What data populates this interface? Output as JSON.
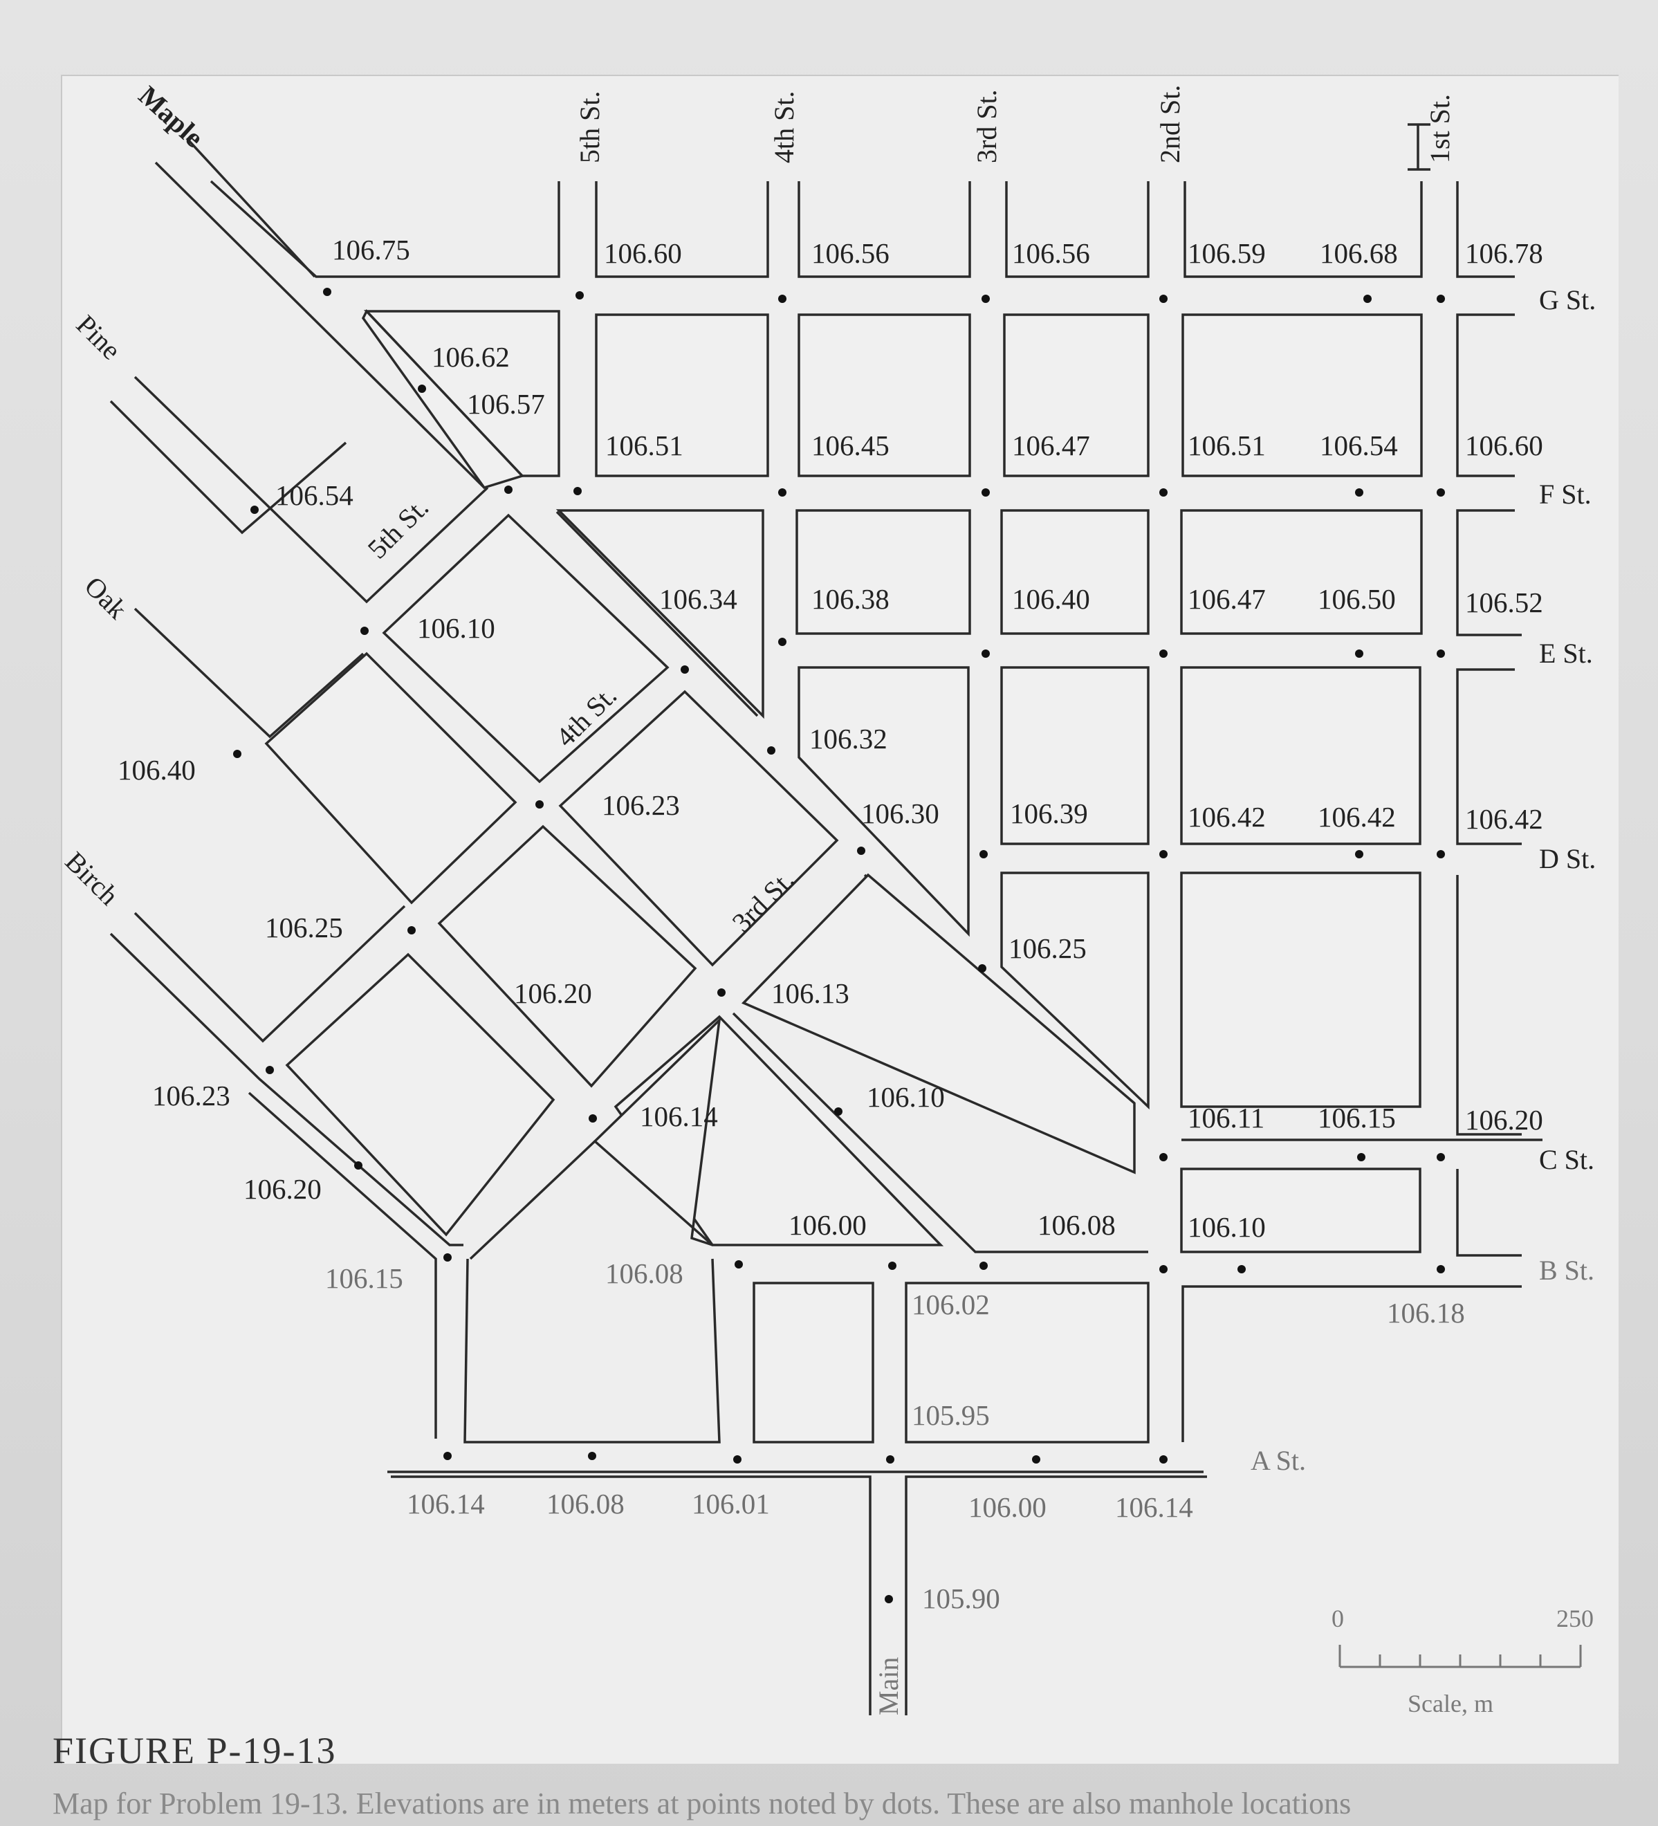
{
  "figure": {
    "number": "FIGURE P-19-13",
    "caption": "Map for Problem 19-13. Elevations are in meters at points noted by dots. These are also manhole locations"
  },
  "streets": {
    "maple": "Maple",
    "pine": "Pine",
    "oak": "Oak",
    "birch": "Birch",
    "fifth_top": "5th St.",
    "fourth_top": "4th St.",
    "third_top": "3rd St.",
    "second_top": "2nd St.",
    "first_top": "1st St.",
    "fifth_diag": "5th St.",
    "fourth_diag": "4th St.",
    "third_diag": "3rd St.",
    "g": "G St.",
    "f": "F St.",
    "e": "E St.",
    "d": "D St.",
    "c": "C St.",
    "b": "B St.",
    "a": "A St.",
    "main": "Main"
  },
  "elevations": {
    "g_row": [
      "106.75",
      "106.60",
      "106.56",
      "106.56",
      "106.59",
      "106.68",
      "106.78"
    ],
    "maple_mid": [
      "106.62",
      "106.57"
    ],
    "f_row": [
      "106.51",
      "106.45",
      "106.47",
      "106.51",
      "106.54",
      "106.60"
    ],
    "pine_top": "106.54",
    "e_row": [
      "106.10",
      "106.34",
      "106.38",
      "106.40",
      "106.47",
      "106.50",
      "106.52"
    ],
    "oak_top": "106.40",
    "mid_a": [
      "106.32",
      "106.23",
      "106.30",
      "106.39",
      "106.42",
      "106.42",
      "106.42"
    ],
    "mid_b": [
      "106.25",
      "106.25",
      "106.20",
      "106.13"
    ],
    "birch_top": "106.23",
    "c_row": [
      "106.14",
      "106.10",
      "106.11",
      "106.15",
      "106.20"
    ],
    "b_row": [
      "106.20",
      "106.00",
      "106.08",
      "106.10"
    ],
    "a_upper": [
      "106.15",
      "106.08",
      "106.02",
      "106.18",
      "105.95"
    ],
    "a_lower": [
      "106.14",
      "106.08",
      "106.01",
      "106.00",
      "106.14"
    ],
    "main_bottom": "105.90"
  },
  "scale": {
    "start": "0",
    "end": "250",
    "label": "Scale, m"
  }
}
